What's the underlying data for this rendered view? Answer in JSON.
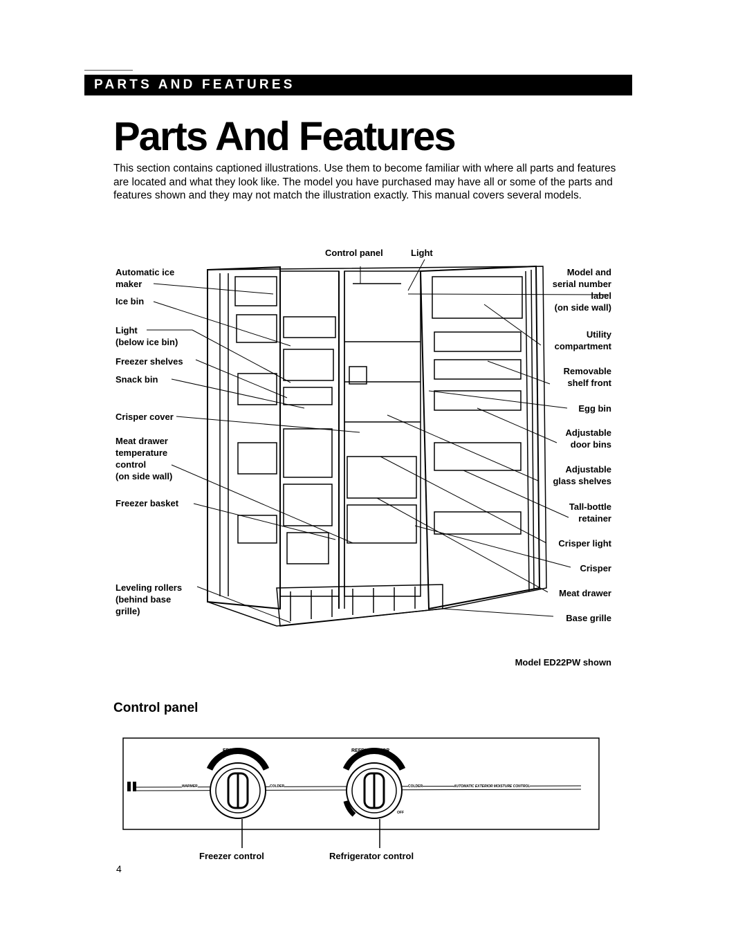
{
  "header": {
    "banner": "PARTS AND FEATURES"
  },
  "title": "Parts And Features",
  "intro": "This section contains captioned illustrations. Use them to become familiar with where all parts and features are located and what they look like. The model you have purchased may have all or some of the parts and features shown and they may not match the illustration exactly. This manual covers several models.",
  "diagram": {
    "top_labels": {
      "control_panel": "Control panel",
      "light": "Light"
    },
    "left_labels": [
      "Automatic ice\nmaker",
      "Ice bin",
      "Light\n(below ice bin)",
      "Freezer shelves",
      "Snack bin",
      "Crisper cover",
      "Meat drawer\ntemperature\ncontrol\n(on side wall)",
      "Freezer basket",
      "Leveling rollers\n(behind base\ngrille)"
    ],
    "right_labels": [
      "Model and\nserial number\nlabel\n(on side wall)",
      "Utility\ncompartment",
      "Removable\nshelf front",
      "Egg bin",
      "Adjustable\ndoor bins",
      "Adjustable\nglass shelves",
      "Tall-bottle\nretainer",
      "Crisper light",
      "Crisper",
      "Meat drawer",
      "Base grille"
    ],
    "caption": "Model ED22PW shown"
  },
  "control_panel": {
    "heading": "Control panel",
    "freezer_word": "FREEZER",
    "refrigerator_word": "REFRIGERATOR",
    "warmer": "WARMER",
    "colder": "COLDER",
    "colder2": "COLDER",
    "off": "OFF",
    "automatic": "AUTOMATIC EXTERIOR MOISTURE CONTROL",
    "freezer_control": "Freezer control",
    "refrigerator_control": "Refrigerator control"
  },
  "page_number": "4"
}
